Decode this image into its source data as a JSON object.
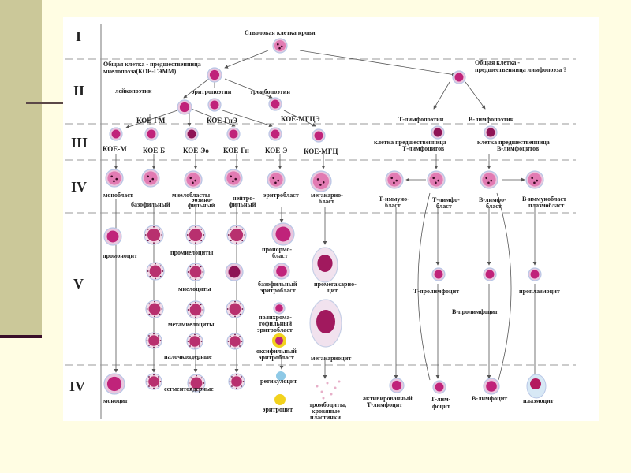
{
  "slide": {
    "colors": {
      "background": "#FFFDE3",
      "side_panel": "#CBC899",
      "side_bar": "#3A0E2A",
      "cell_membrane": "#E9C7DE",
      "cell_nucleus": "#C0237A",
      "cell_halo": "#B8C7E6",
      "erythrocyte": "#F2D21E",
      "reticulocyte": "#8EC9E6"
    }
  },
  "diagram": {
    "title": "Stem cell hematopoiesis scheme",
    "levels": [
      "I",
      "II",
      "III",
      "IV",
      "V",
      "IV"
    ],
    "labels": {
      "stem_cell": "Стволовая клетка крови",
      "myelo_precursor_1": "Общая клетка -  предшественница",
      "myelo_precursor_2": "миелопоэза(КОЕ-ГЭММ)",
      "lympho_precursor_1": "Общая клетка -",
      "lympho_precursor_2": "предшественница лимфопоэза ?",
      "leukopoietin": "лейкопоэтин",
      "erythropoietin": "эритропоэтин",
      "thrombopoietin": "тромбопоэтин",
      "koe_gm": "КОЕ-ГМ",
      "koe_gne": "КОЕ-ГнЭ",
      "koe_mgce": "КОЕ-МГЦЭ",
      "t_lymphopoietin": "Т-лимфопоэтин",
      "b_lymphopoietin": "В-лимфопоэтин",
      "koe_m": "КОЕ-М",
      "koe_b": "КОЕ-Б",
      "koe_eo": "КОЕ-Эо",
      "koe_gn": "КОЕ-Гн",
      "koe_e": "КОЕ-Э",
      "koe_mgc": "КОЕ-МГЦ",
      "t_precursor_1": "клетка предшественница",
      "t_precursor_2": "Т-лимфоцитов",
      "b_precursor_1": "клетка предшественница",
      "b_precursor_2": "В-лимфоцитов",
      "monoblast": "монобласт",
      "myeloblasts": "миелобласты",
      "basophilic": "базофильный",
      "eosinophilic_1": "эозино-",
      "eosinophilic_2": "фильный",
      "neutrophilic_1": "нейтро-",
      "neutrophilic_2": "фильный",
      "erythroblast": "эритробласт",
      "megakaryoblast_1": "мегакарио-",
      "megakaryoblast_2": "бласт",
      "t_immunoblast_1": "Т-иммуно-",
      "t_immunoblast_2": "бласт",
      "t_lymphoblast_1": "Т-лимфо-",
      "t_lymphoblast_2": "бласт",
      "b_lymphoblast_1": "В-лимфо-",
      "b_lymphoblast_2": "бласт",
      "b_immunoblast_1": "В-иммунобласт",
      "b_immunoblast_2": "плазмобласт",
      "promonocyte": "промоноцит",
      "promyelocytes": "промиелоциты",
      "proerythroblast_1": "пронормо-",
      "proerythroblast_2": "бласт",
      "myelocytes": "миелоциты",
      "basophilic_erythroblast_1": "базофильный",
      "basophilic_erythroblast_2": "эритробласт",
      "promegakaryocyte_1": "промегакарио-",
      "promegakaryocyte_2": "цит",
      "metamyelocytes": "метамиелоциты",
      "polychromatophilic_1": "полихрома-",
      "polychromatophilic_2": "тофильный",
      "polychromatophilic_3": "эритробласт",
      "band": "палочкоядерные",
      "oxyphilic_1": "оксифильный",
      "oxyphilic_2": "эритробласт",
      "megakaryocyte": "мегакариоцит",
      "t_prolymphocyte": "Т-пролимфоцит",
      "b_prolymphocyte": "В-пролимфоцит",
      "proplasmocyte": "проплазмоцит",
      "monocyte": "моноцит",
      "segmented": "сегментоядерные",
      "reticulocyte": "ретикулоцит",
      "erythrocyte": "эритроцит",
      "platelets_1": "тромбоциты,",
      "platelets_2": "кровяные",
      "platelets_3": "пластинки",
      "activated_t_1": "активированный",
      "activated_t_2": "Т-лимфоцит",
      "t_lymphocyte_1": "Т-лим-",
      "t_lymphocyte_2": "фоцит",
      "b_lymphocyte": "В-лимфоцит",
      "plasmocyte": "плазмоцит"
    }
  }
}
